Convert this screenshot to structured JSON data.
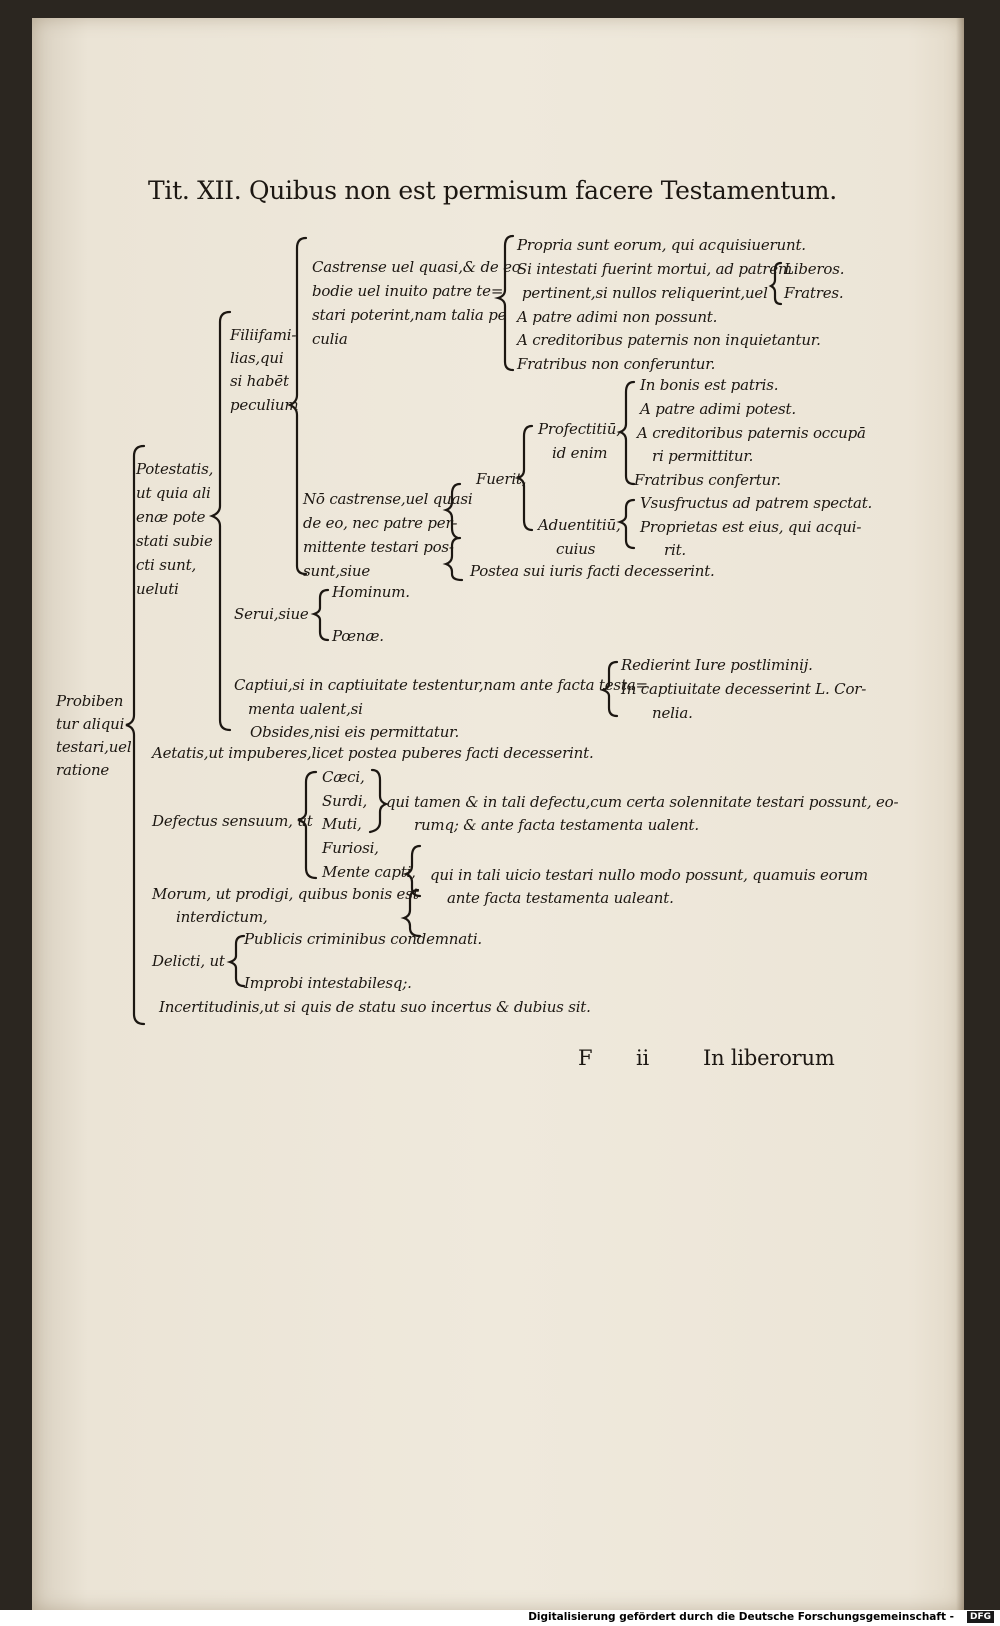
{
  "title": "Tit. XII. Quibus non est permisum facere Testamentum.",
  "root": "Prohiben tur aliqui testari,uel ratione",
  "potestatis": [
    "Potestatis,",
    "ut quia ali",
    "enæ pote",
    "stati subie",
    "cti sunt,",
    "ueluti"
  ],
  "filiifamilias": [
    "Filiifami-",
    "lias,qui",
    "si habēt",
    "peculium"
  ],
  "castrense": [
    "Castrense uel quasi,& de eo",
    "bodie uel inuito patre te=",
    "stari poterint,nam talia pe",
    "culia"
  ],
  "castrense_items": [
    "Propria sunt eorum, qui acquisiuerunt.",
    "Si intestati fuerint mortui, ad patrem",
    "pertinent,si nullos reliquerint,uel",
    "A patre adimi non possunt.",
    "A creditoribus paternis non inquietantur.",
    "Fratribus non conferuntur."
  ],
  "liberos": [
    "Liberos.",
    "Fratres."
  ],
  "non_castrense": [
    "Nō castrense,uel quasi",
    "de eo, nec patre per-",
    "mittente testari pos-",
    "sunt,siue"
  ],
  "fuerit": "Fuerit,",
  "profectitium": [
    "Profectitiū,",
    "id enim"
  ],
  "profectitium_items": [
    "In bonis est patris.",
    "A patre adimi potest.",
    "A creditoribus paternis occupā",
    "ri permittitur.",
    "Fratribus confertur."
  ],
  "aduentitium": [
    "Aduentitiū,",
    "cuius"
  ],
  "aduentitium_items": [
    "Vsusfructus ad patrem spectat.",
    "Proprietas est eius, qui acqui-",
    "rit."
  ],
  "postea": "Postea sui iuris facti decesserint.",
  "serui": "Serui,siue",
  "serui_items": [
    "Hominum.",
    "Pœnæ."
  ],
  "captiui": [
    "Captiui,si in captiuitate testentur,nam ante facta testa=",
    "menta ualent,si"
  ],
  "captiui_items": [
    "Redierint Iure postliminij.",
    "In captiuitate decesserint L. Cor-",
    "nelia."
  ],
  "obsides": "Obsides,nisi eis permittatur.",
  "aetatis": "Aetatis,ut impuberes,licet postea puberes facti decesserint.",
  "defectus": "Defectus sensuum, ut",
  "defectus_items": [
    "Cæci,",
    "Surdi,",
    "Muti,",
    "Furiosi,",
    "Mente capti,"
  ],
  "defectus_note1": [
    "qui tamen & in tali defectu,cum certa solennitate testari possunt, eo-",
    "rumq; & ante facta testamenta ualent."
  ],
  "defectus_note2": [
    "qui in tali uicio testari nullo modo possunt, quamuis eorum",
    "ante facta testamenta ualeant."
  ],
  "morum": [
    "Morum, ut prodigi, quibus bonis est",
    "interdictum,"
  ],
  "delicti": "Delicti, ut",
  "delicti_items": [
    "Publicis criminibus condemnati.",
    "Improbi intestabilesq;."
  ],
  "incertitudinis": "Incertitudinis,ut si quis de statu suo incertus & dubius sit.",
  "signature": "F",
  "signature_num": "ii",
  "catchword": "In liberorum",
  "footer_credit": "Digitalisierung gefördert durch die Deutsche Forschungsgemeinschaft -",
  "footer_logo": "DFG",
  "colors": {
    "paper": "#efe9dc",
    "ink": "#1c1712",
    "background": "#2b2620"
  }
}
